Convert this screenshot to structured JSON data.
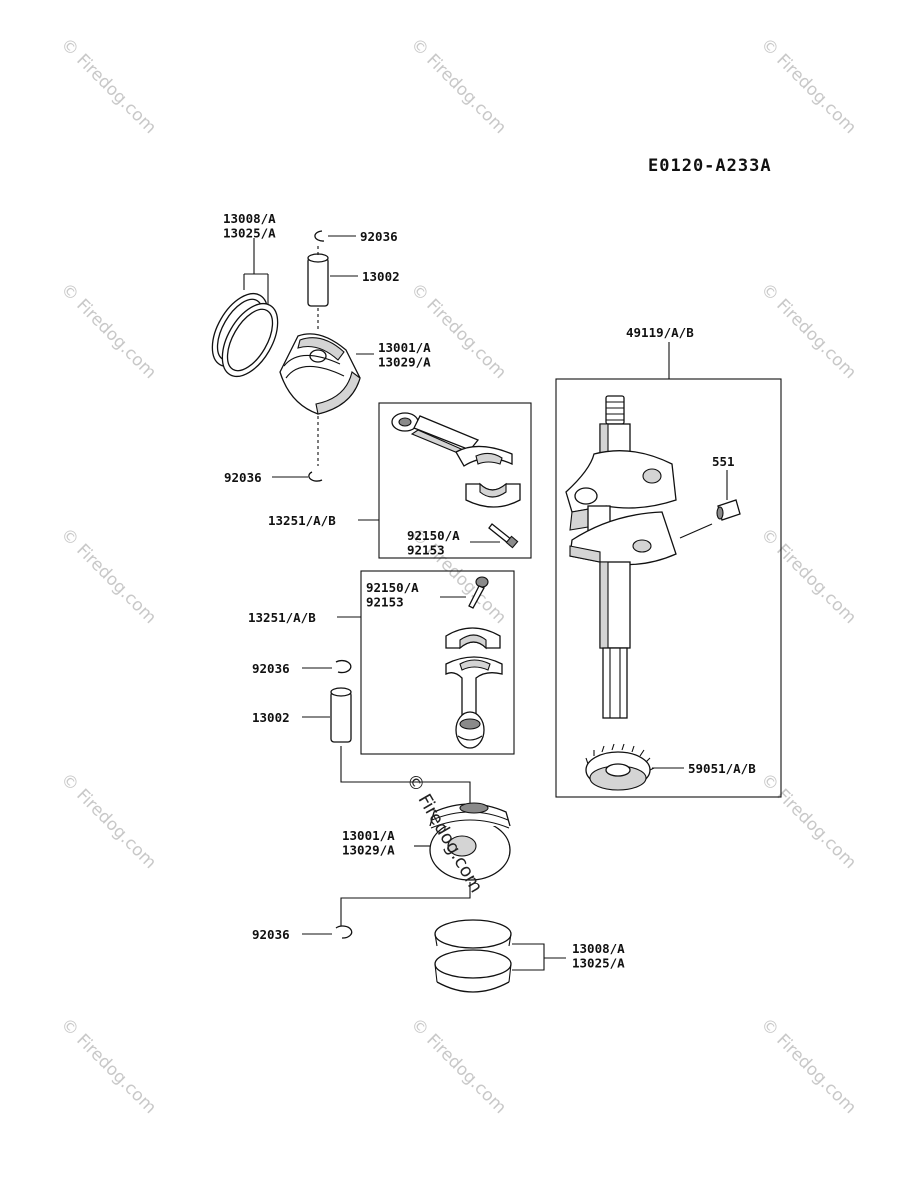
{
  "diagram_code": "E0120-A233A",
  "watermark": {
    "text": "© Firedog.com"
  },
  "groups": {
    "upper_piston": {
      "rings": "13008/A\n13025/A",
      "circlip_top": "92036",
      "pin": "13002",
      "piston": "13001/A\n13029/A",
      "circlip_bottom": "92036"
    },
    "conrod_upper": {
      "assembly": "13251/A/B",
      "bolt": "92150/A\n92153"
    },
    "conrod_lower": {
      "assembly": "13251/A/B",
      "bolt": "92150/A\n92153"
    },
    "lower_piston": {
      "circlip_top": "92036",
      "pin": "13002",
      "piston": "13001/A\n13029/A",
      "circlip_bottom": "92036",
      "rings": "13008/A\n13025/A"
    },
    "crankshaft": {
      "assembly": "49119/A/B",
      "key": "551",
      "gear": "59051/A/B"
    }
  }
}
